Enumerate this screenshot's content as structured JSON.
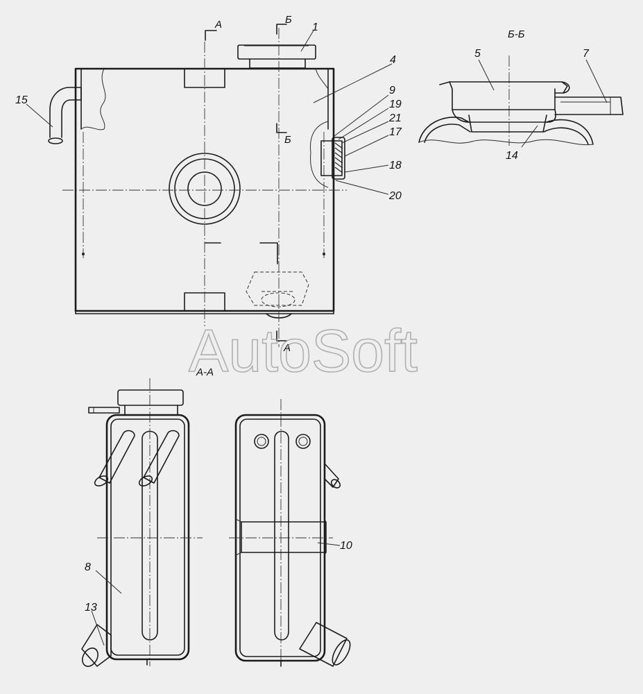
{
  "watermark": "AutoSoft",
  "section_titles": {
    "aa": "А-А",
    "bb": "Б-Б"
  },
  "cut_marks": {
    "a_top": "А",
    "a_bottom": "А",
    "b_top": "Б",
    "b_mid": "Б"
  },
  "callouts": {
    "c1": "1",
    "c4": "4",
    "c5": "5",
    "c7": "7",
    "c8": "8",
    "c9": "9",
    "c10": "10",
    "c13": "13",
    "c14": "14",
    "c15": "15",
    "c17": "17",
    "c18": "18",
    "c19": "19",
    "c20": "20",
    "c21": "21"
  }
}
